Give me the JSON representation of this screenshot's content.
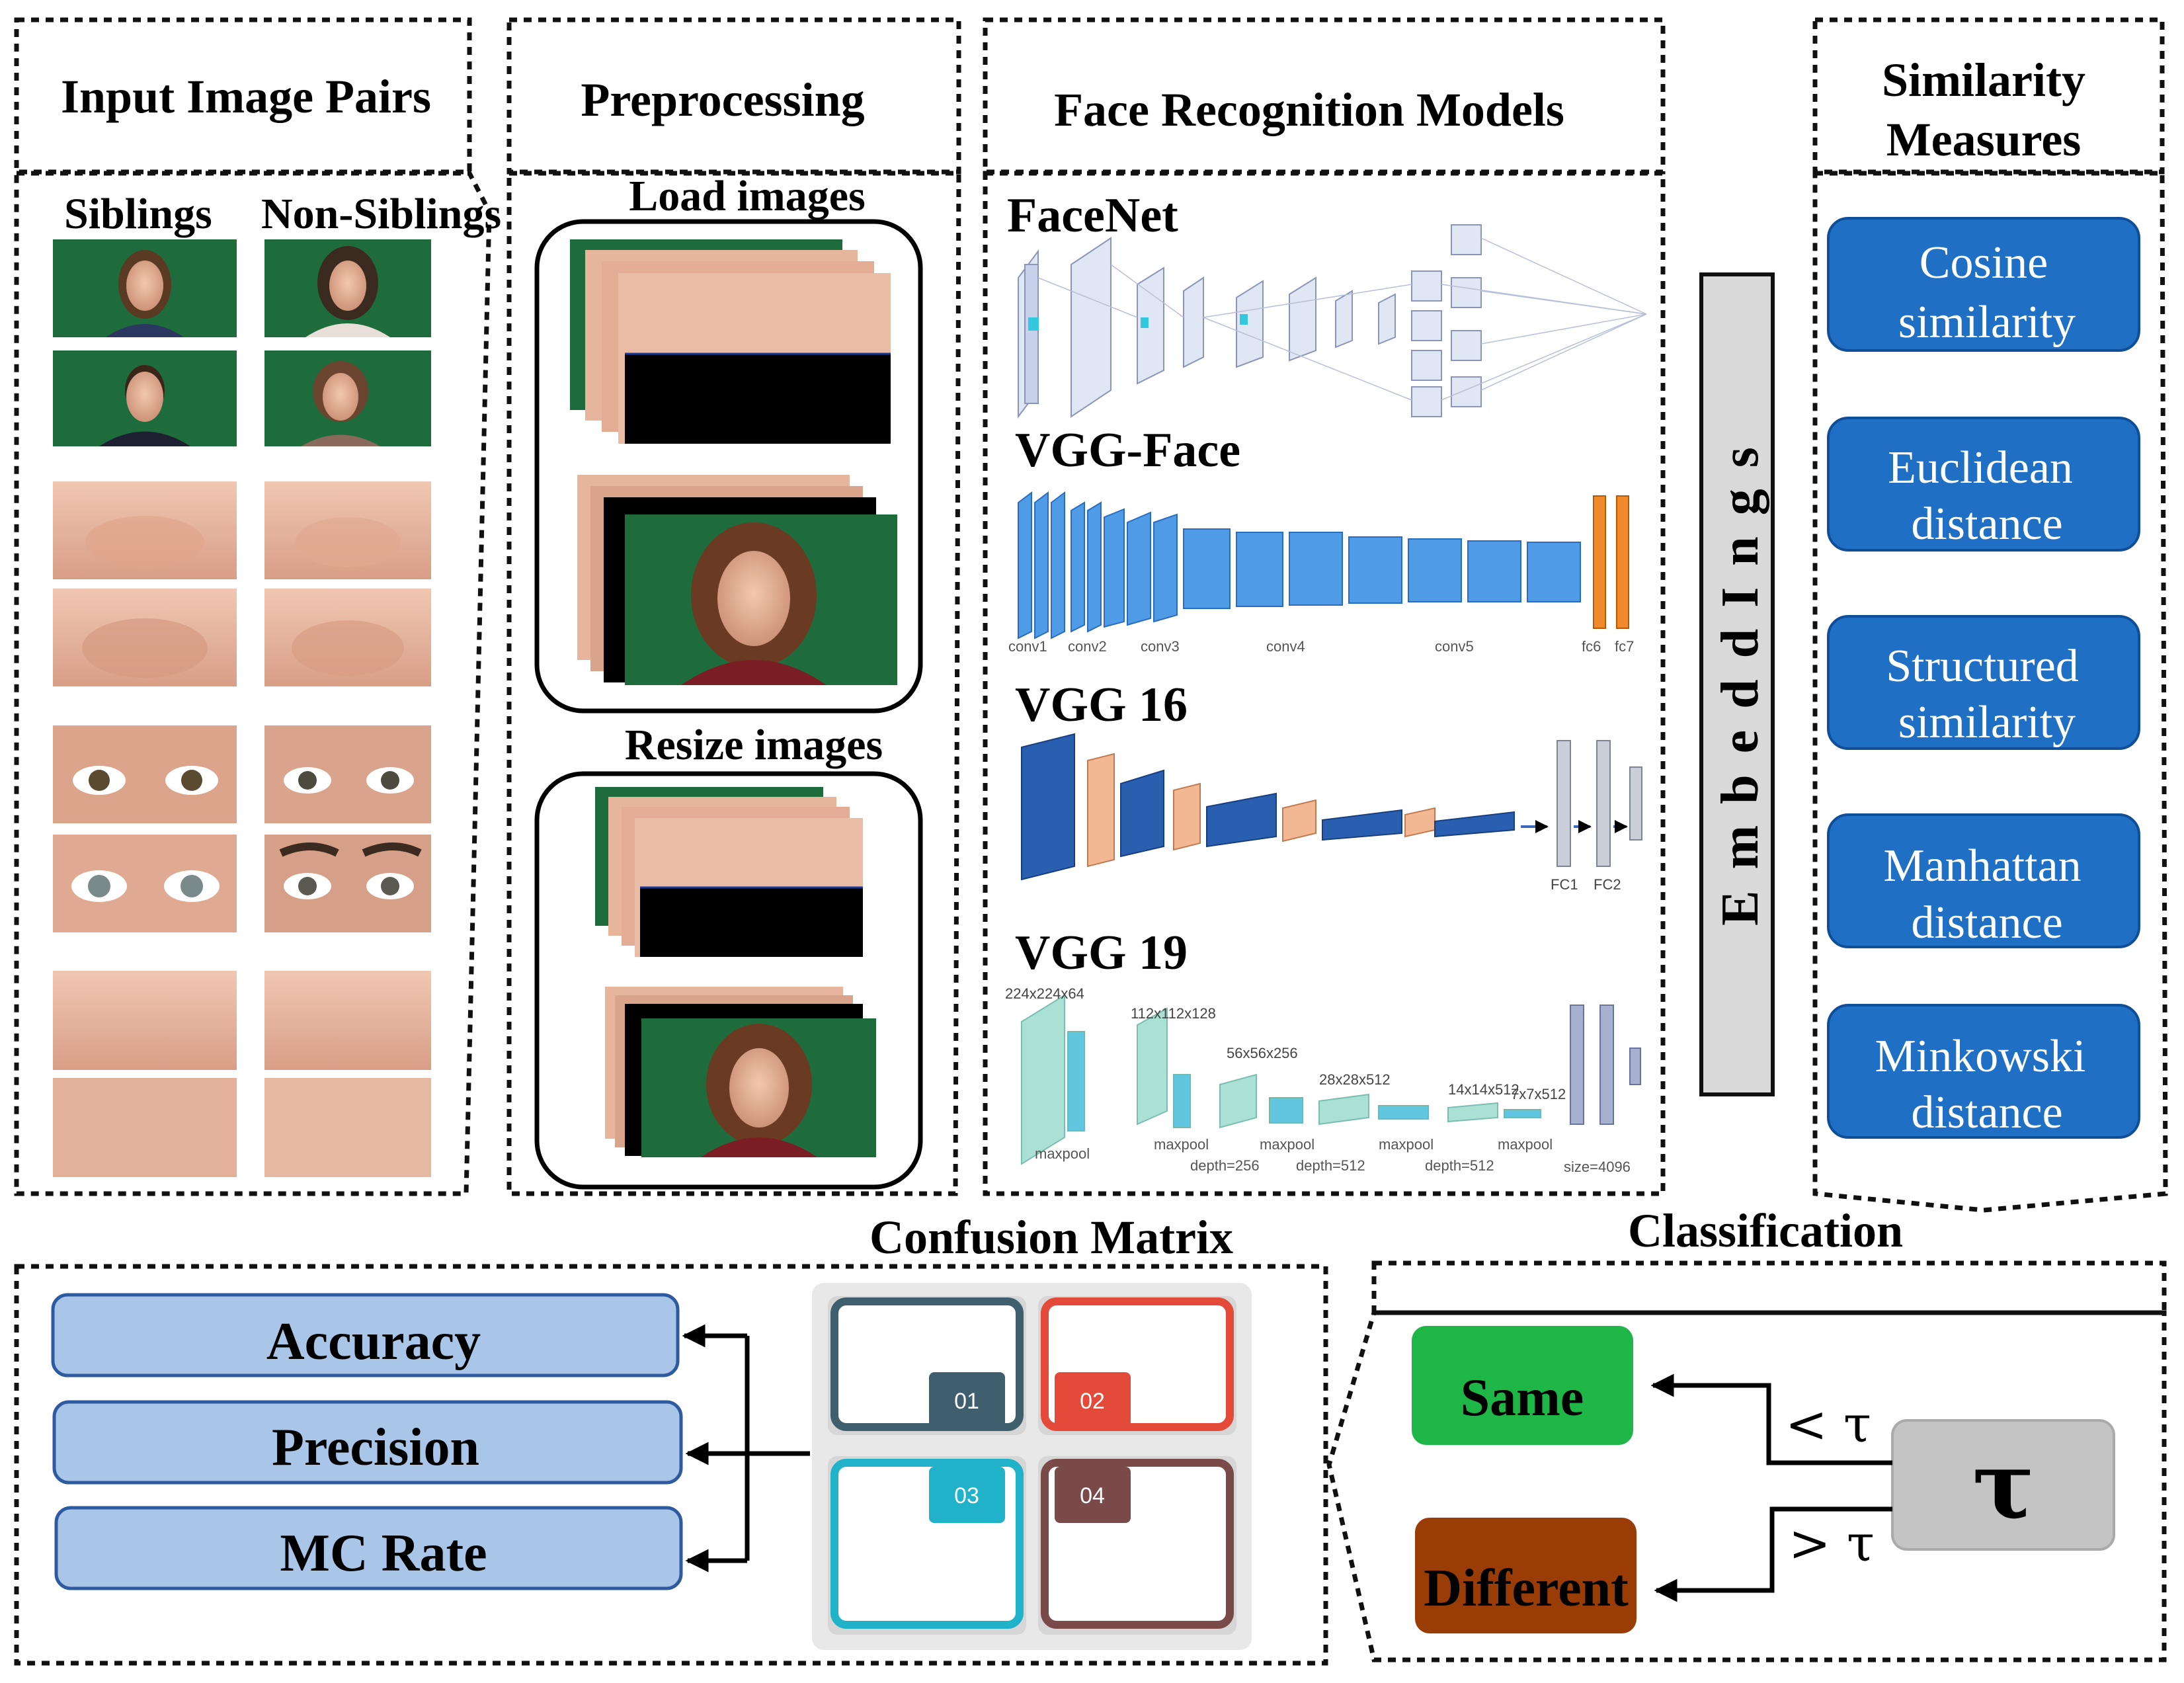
{
  "sections": {
    "input": {
      "title": "Input Image Pairs",
      "siblings_label": "Siblings",
      "non_siblings_label": "Non-Siblings"
    },
    "preprocessing": {
      "title": "Preprocessing",
      "load_label": "Load images",
      "resize_label": "Resize images"
    },
    "models": {
      "title": "Face Recognition Models",
      "names": [
        "FaceNet",
        "VGG-Face",
        "VGG 16",
        "VGG 19"
      ],
      "vggface_layer_labels": [
        "conv1",
        "conv2",
        "conv3",
        "conv4",
        "conv5",
        "fc6",
        "fc7"
      ],
      "vgg16_layer_labels": [
        "FC1",
        "FC2"
      ],
      "vgg19_labels": [
        "224x224x64",
        "112x112x128",
        "56x56x256",
        "28x28x512",
        "14x14x512",
        "7x7x512",
        "maxpool",
        "maxpool",
        "maxpool",
        "maxpool",
        "maxpool",
        "depth=256",
        "depth=512",
        "depth=512",
        "size=4096"
      ]
    },
    "embeddings": {
      "label": "E m b e d d I n g s"
    },
    "similarity": {
      "title_line1": "Similarity",
      "title_line2": "Measures",
      "measures": [
        {
          "line1": "Cosine",
          "line2": "similarity"
        },
        {
          "line1": "Euclidean",
          "line2": "distance"
        },
        {
          "line1": "Structured",
          "line2": "similarity"
        },
        {
          "line1": "Manhattan",
          "line2": "distance"
        },
        {
          "line1": "Minkowski",
          "line2": "distance"
        }
      ]
    },
    "confusion": {
      "title": "Confusion Matrix",
      "metrics": [
        "Accuracy",
        "Precision",
        "MC Rate"
      ],
      "cells": [
        "01",
        "02",
        "03",
        "04"
      ]
    },
    "classification": {
      "title": "Classification",
      "same_label": "Same",
      "different_label": "Different",
      "threshold_symbol": "τ",
      "less_label": "< τ",
      "greater_label": "> τ"
    }
  },
  "colors": {
    "measure_blue": "#1f6fc5",
    "metric_blue": "#a9c5e8",
    "same_green": "#1fb648",
    "different_brown": "#9a3c05",
    "tau_gray": "#c4c4c4",
    "embedding_gray": "#d9d9d9",
    "backdrop_green": "#1e6b3c",
    "skin": "#e8b49c"
  }
}
